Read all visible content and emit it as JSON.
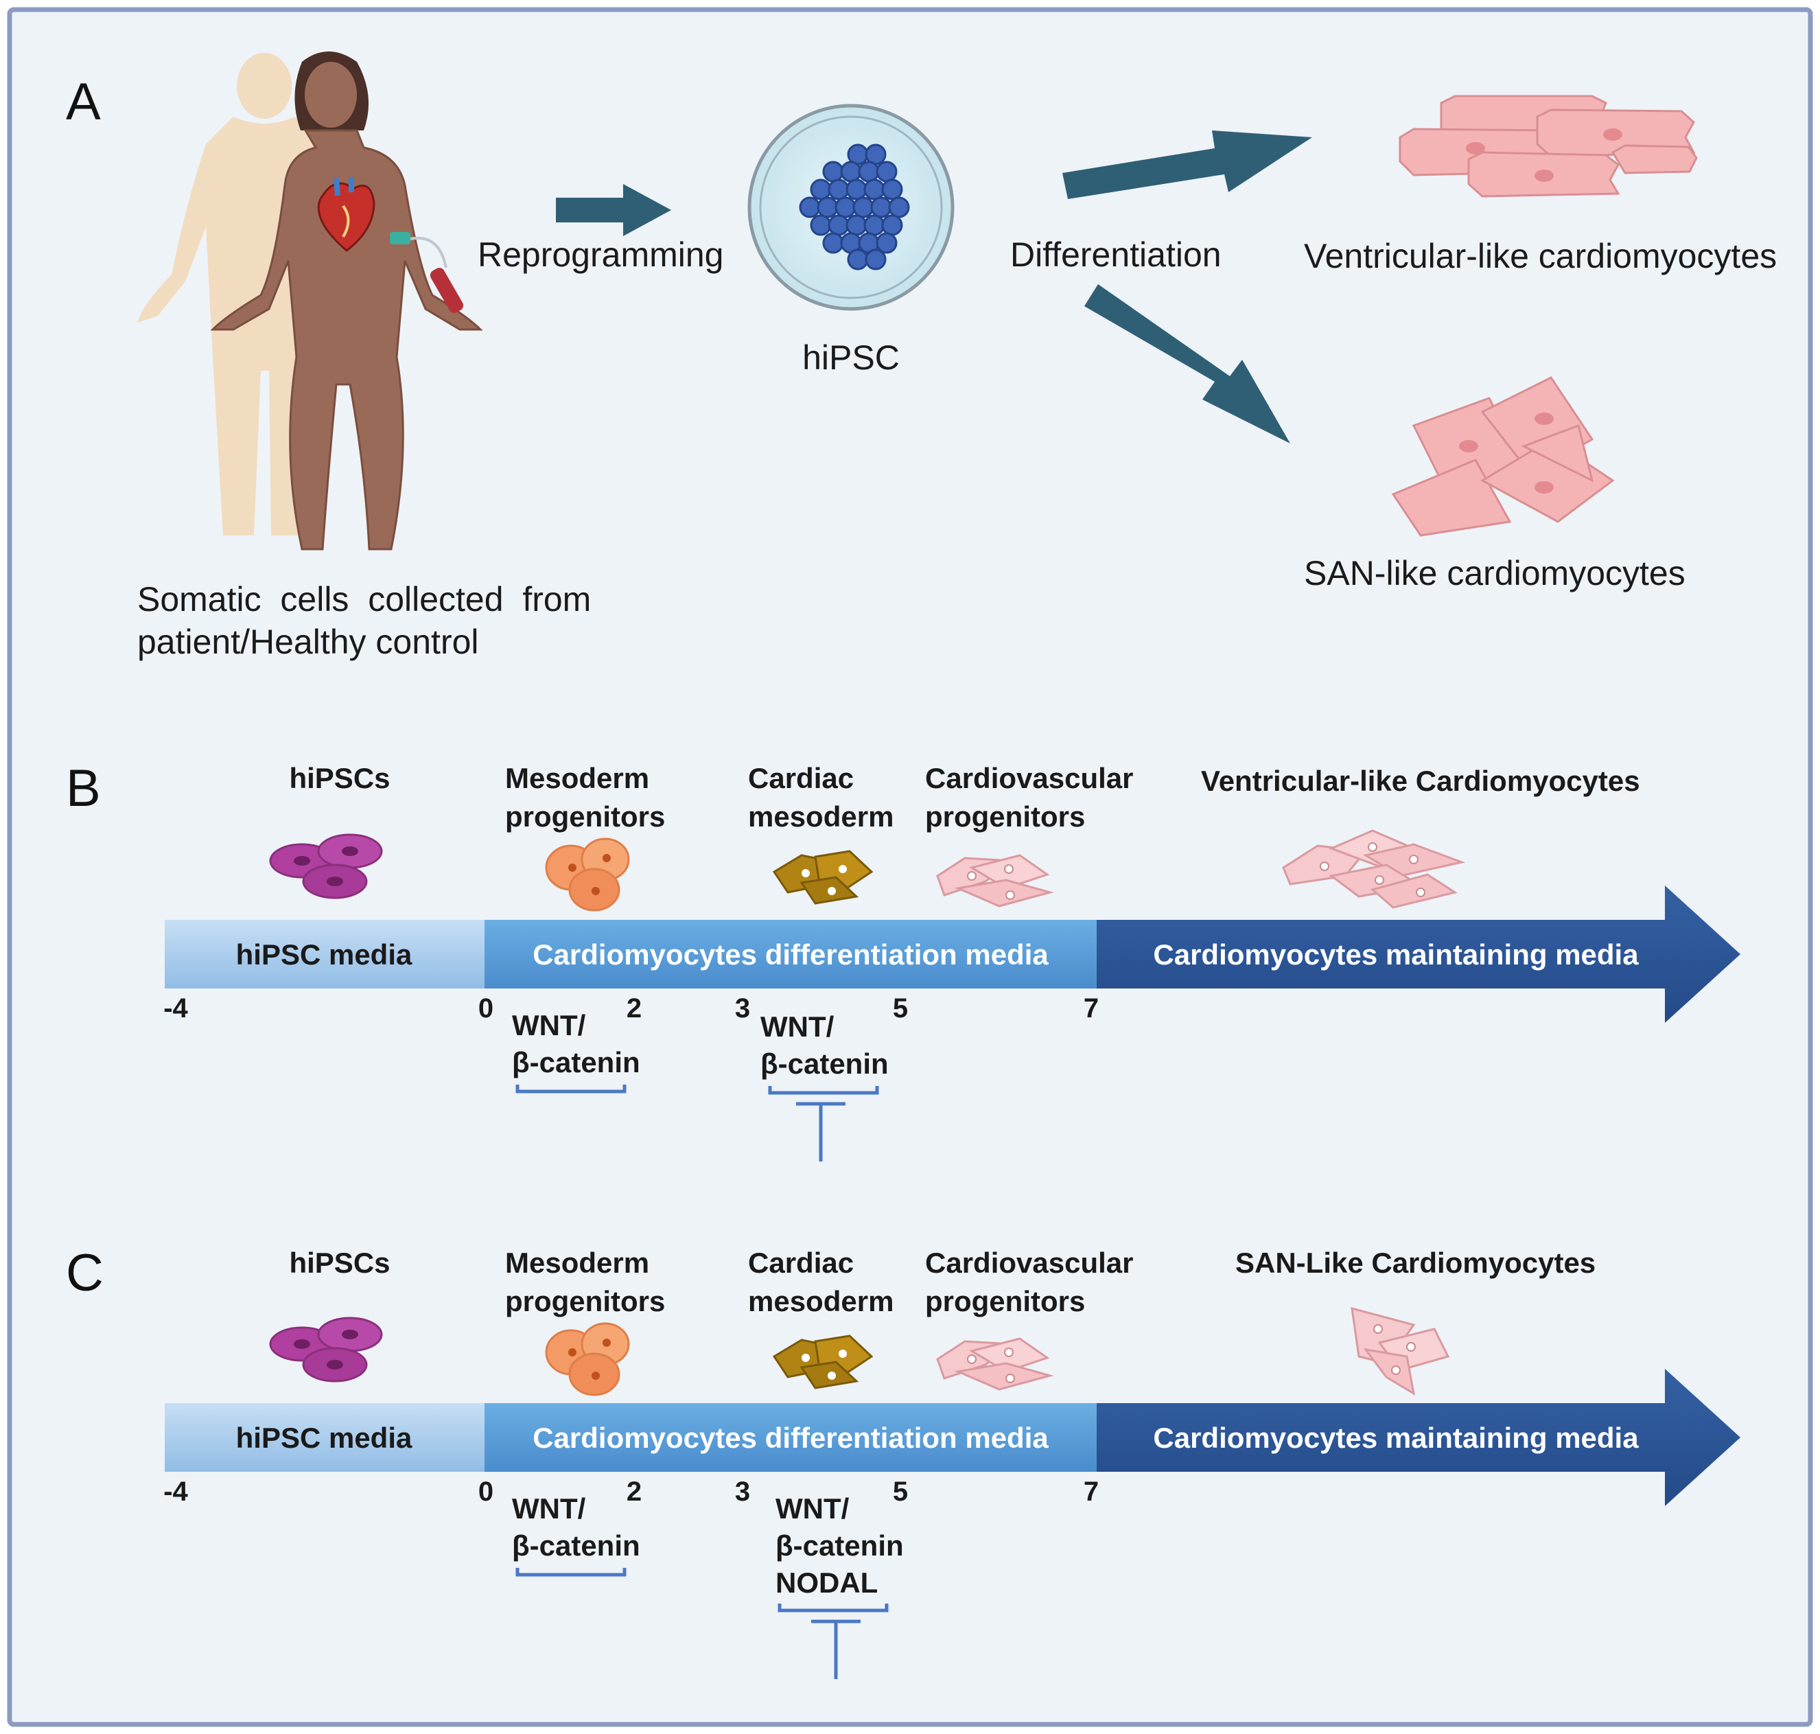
{
  "panels": {
    "a": "A",
    "b": "B",
    "c": "C"
  },
  "panel_a": {
    "reprogramming": "Reprogramming",
    "hipsc": "hiPSC",
    "differentiation": "Differentiation",
    "ventricular": "Ventricular-like cardiomyocytes",
    "san": "SAN-like cardiomyocytes",
    "somatic_line1": "Somatic  cells  collected  from",
    "somatic_line2": "patient/Healthy control"
  },
  "timeline_b": {
    "stage1": "hiPSCs",
    "stage2_l1": "Mesoderm",
    "stage2_l2": "progenitors",
    "stage3_l1": "Cardiac",
    "stage3_l2": "mesoderm",
    "stage4_l1": "Cardiovascular",
    "stage4_l2": "progenitors",
    "stage5": "Ventricular-like Cardiomyocytes",
    "media1": "hiPSC media",
    "media2": "Cardiomyocytes differentiation media",
    "media3": "Cardiomyocytes maintaining media",
    "ticks": [
      "-4",
      "0",
      "2",
      "3",
      "5",
      "7"
    ],
    "act_l1": "WNT/",
    "act_l2": "β-catenin",
    "inh_l1": "WNT/",
    "inh_l2": "β-catenin"
  },
  "timeline_c": {
    "stage1": "hiPSCs",
    "stage2_l1": "Mesoderm",
    "stage2_l2": "progenitors",
    "stage3_l1": "Cardiac",
    "stage3_l2": "mesoderm",
    "stage4_l1": "Cardiovascular",
    "stage4_l2": "progenitors",
    "stage5": "SAN-Like Cardiomyocytes",
    "media1": "hiPSC media",
    "media2": "Cardiomyocytes differentiation media",
    "media3": "Cardiomyocytes maintaining media",
    "ticks": [
      "-4",
      "0",
      "2",
      "3",
      "5",
      "7"
    ],
    "act_l1": "WNT/",
    "act_l2": "β-catenin",
    "inh_l1": "WNT/",
    "inh_l2": "β-catenin",
    "inh_l3": "NODAL"
  },
  "colors": {
    "border": "#8e9bc0",
    "background": "#eef3f8",
    "arrow": "#2f5f74",
    "media_light": "#a9cdee",
    "media_mid": "#5b9ed8",
    "media_dark": "#2c5697",
    "bracket": "#4a78c4",
    "hipsc_cell": "#b03fa0",
    "mesoderm_cell": "#f39a66",
    "cardiac_cell": "#b08414",
    "pink_cell": "#f4c0c4",
    "skin": "#9a6a58",
    "skin_shadow": "#f1dcc0"
  }
}
